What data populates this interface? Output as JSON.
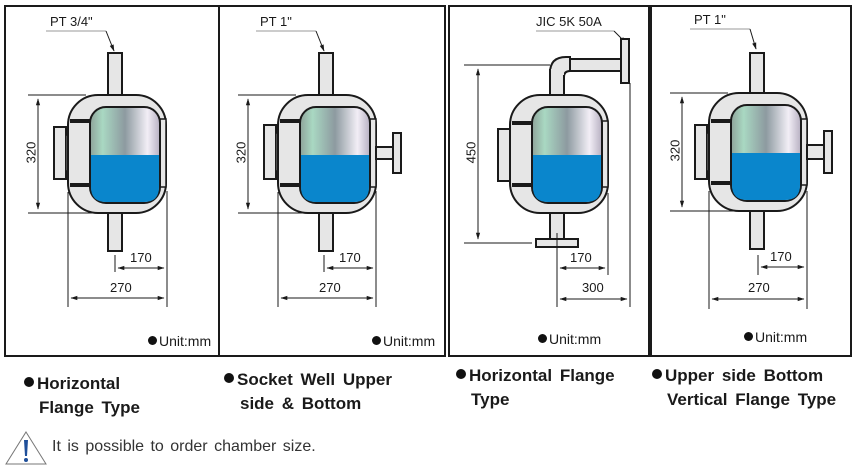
{
  "panels": [
    {
      "id": "horizontal-flange",
      "connection_label": "PT 3/4\"",
      "height_dim": "320",
      "inner_width_dim": "170",
      "outer_width_dim": "270",
      "unit": "Unit:mm",
      "caption_line1": "Horizontal",
      "caption_line2": "Flange Type"
    },
    {
      "id": "socket-well-upper-bottom",
      "connection_label": "PT 1\"",
      "height_dim": "320",
      "inner_width_dim": "170",
      "outer_width_dim": "270",
      "unit": "Unit:mm",
      "caption_line1": "Socket Well Upper",
      "caption_line2": "side & Bottom"
    },
    {
      "id": "horizontal-flange-jic",
      "connection_label": "JIC 5K 50A",
      "height_dim": "450",
      "inner_width_dim": "170",
      "outer_width_dim": "300",
      "unit": "Unit:mm",
      "caption_line1": "Horizontal Flange",
      "caption_line2": "Type"
    },
    {
      "id": "upper-bottom-vertical-flange",
      "connection_label": "PT 1\"",
      "height_dim": "320",
      "inner_width_dim": "170",
      "outer_width_dim": "270",
      "unit": "Unit:mm",
      "caption_line1": "Upper side Bottom",
      "caption_line2": "Vertical Flange Type"
    }
  ],
  "note": {
    "icon": "warning-icon",
    "text": "It is possible to order chamber size."
  },
  "colors": {
    "liquid": "#0a86cc",
    "body": "#e6e6e6",
    "outline": "#1a1a1a",
    "warning_mark": "#1f4f9a"
  }
}
